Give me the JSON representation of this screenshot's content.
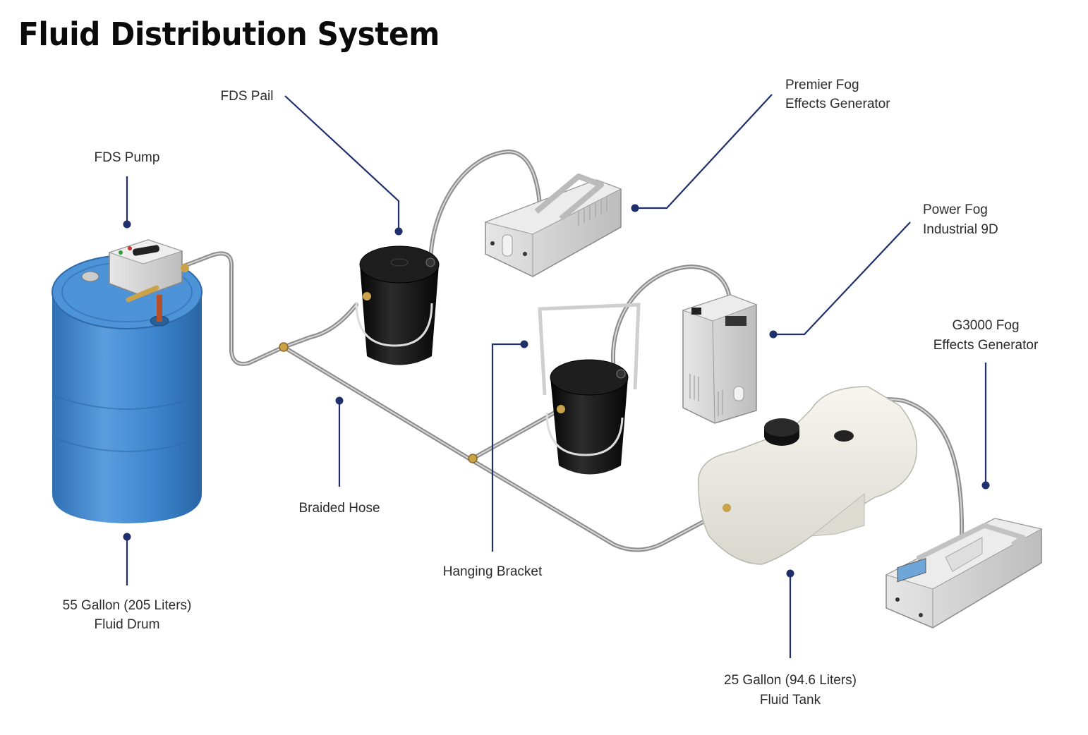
{
  "title": "Fluid Distribution System",
  "labels": {
    "fds_pump": [
      "FDS Pump"
    ],
    "fds_pail": [
      "FDS Pail"
    ],
    "premier_fog": [
      "Premier Fog",
      "Effects Generator"
    ],
    "power_fog": [
      "Power Fog",
      "Industrial 9D"
    ],
    "g3000_fog": [
      "G3000 Fog",
      "Effects Generator"
    ],
    "braided_hose": [
      "Braided Hose"
    ],
    "hanging_bracket": [
      "Hanging Bracket"
    ],
    "fluid_drum": [
      "55 Gallon (205 Liters)",
      "Fluid Drum"
    ],
    "fluid_tank": [
      "25 Gallon (94.6 Liters)",
      "Fluid Tank"
    ]
  },
  "colors": {
    "leader": "#1f2f6b",
    "drum": "#3a82c9",
    "pail": "#111111",
    "tank": "#ecebe4",
    "device": "#d4d4d4",
    "hose": "#a8a8a8"
  }
}
